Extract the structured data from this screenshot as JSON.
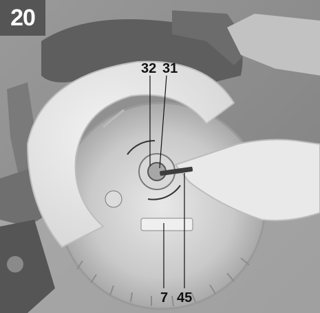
{
  "figure": {
    "number": "20"
  },
  "callouts": {
    "c32": "32",
    "c31": "31",
    "c7": "7",
    "c45": "45"
  },
  "colors": {
    "badge_background": "#555555",
    "badge_text": "#ffffff",
    "callout_text": "#111111"
  },
  "icons": {
    "saw": "circular-saw-photo",
    "hand": "gloved-hand",
    "key": "hex-key",
    "arrow": "rotation-arrow"
  }
}
